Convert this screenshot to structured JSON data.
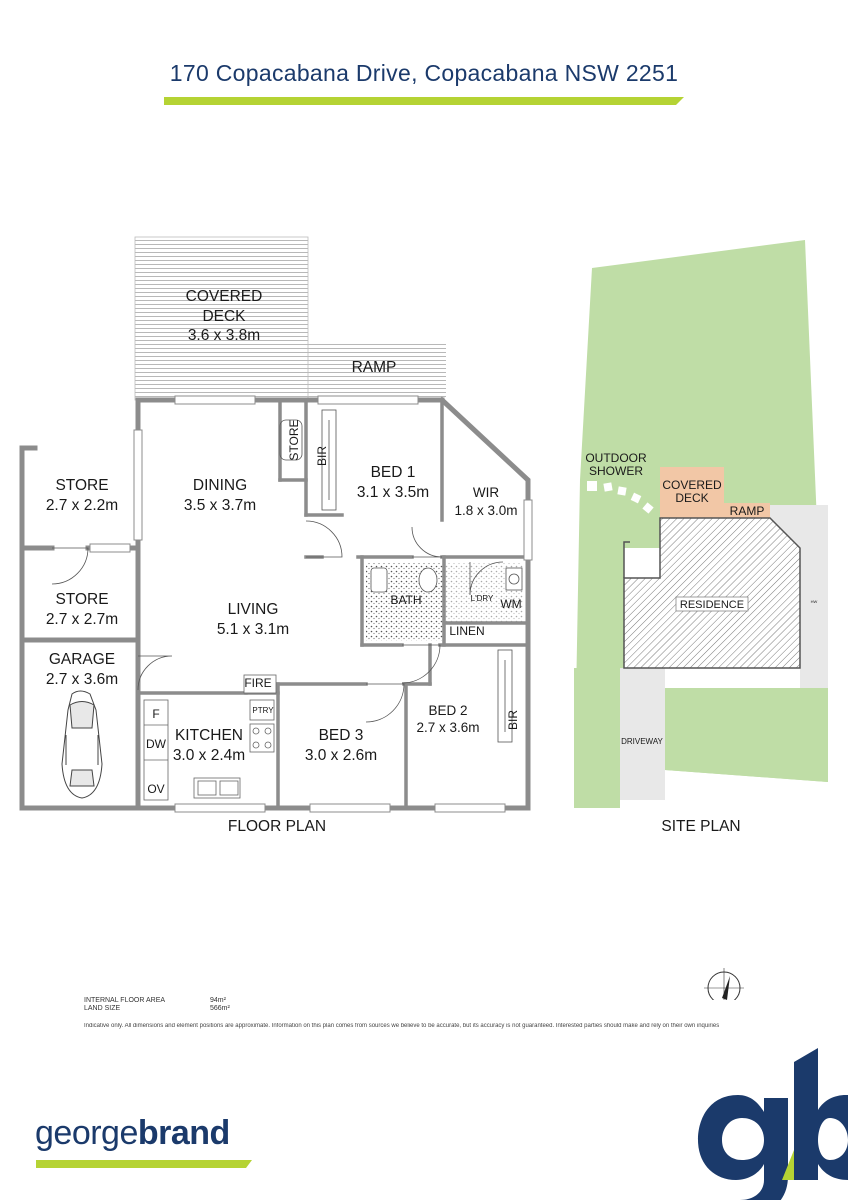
{
  "title": "170 Copacabana Drive, Copacabana NSW 2251",
  "colors": {
    "navy": "#1b3a6b",
    "lime": "#b5d334",
    "site_green": "#bfdda6",
    "deck_peach": "#f2c7a6",
    "hatch": "#9a9a9a",
    "grey_wall": "#8c8c8c"
  },
  "floor_plan": {
    "label": "FLOOR PLAN",
    "rooms": {
      "covered_deck": {
        "name1": "COVERED",
        "name2": "DECK",
        "size": "3.6 x 3.8m"
      },
      "ramp": "RAMP",
      "store_small": "STORE",
      "bir1": "BIR",
      "bed1": {
        "name": "BED 1",
        "size": "3.1 x 3.5m"
      },
      "dining": {
        "name": "DINING",
        "size": "3.5 x 3.7m"
      },
      "wir": {
        "name": "WIR",
        "size": "1.8 x 3.0m"
      },
      "store1": {
        "name": "STORE",
        "size": "2.7 x 2.2m"
      },
      "store2": {
        "name": "STORE",
        "size": "2.7 x 2.7m"
      },
      "living": {
        "name": "LIVING",
        "size": "5.1 x 3.1m"
      },
      "bath": "BATH",
      "ldry": "L'DRY",
      "wm": "WM",
      "linen": "LINEN",
      "garage": {
        "name": "GARAGE",
        "size": "2.7 x 3.6m"
      },
      "fire": "FIRE",
      "ptry": "PTRY",
      "kitchen": {
        "name": "KITCHEN",
        "size": "3.0 x 2.4m"
      },
      "f": "F",
      "dw": "DW",
      "ov": "OV",
      "bed3": {
        "name": "BED 3",
        "size": "3.0 x 2.6m"
      },
      "bed2": {
        "name": "BED 2",
        "size": "2.7 x 3.6m"
      },
      "bir2": "BIR"
    }
  },
  "site_plan": {
    "label": "SITE PLAN",
    "outdoor_shower_1": "OUTDOOR",
    "outdoor_shower_2": "SHOWER",
    "covered_deck_1": "COVERED",
    "covered_deck_2": "DECK",
    "ramp": "RAMP",
    "residence": "RESIDENCE",
    "driveway": "DRIVEWAY",
    "hw": "HW"
  },
  "compass": {
    "north": "N"
  },
  "areas": {
    "internal_floor_area_label": "INTERNAL FLOOR AREA",
    "internal_floor_area_value": "94m²",
    "land_size_label": "LAND SIZE",
    "land_size_value": "566m²"
  },
  "disclaimer": "Indicative only. All dimensions and element positions are approximate. Information on this plan comes from sources we believe to be accurate, but its accuracy is not guaranteed. Interested parties should make and rely on their own inquiries",
  "brand": {
    "part1": "george",
    "part2": "brand",
    "logo_letters": "gb"
  }
}
